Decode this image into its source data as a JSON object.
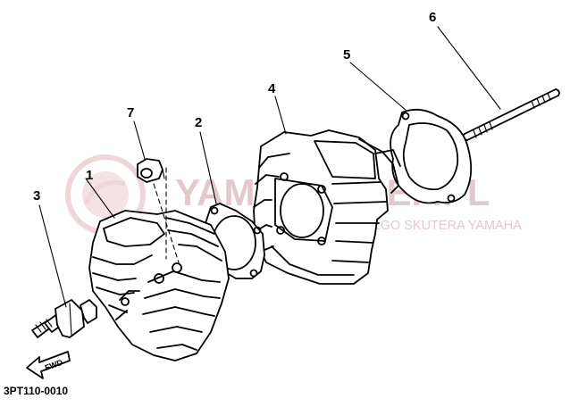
{
  "diagram_code": "3PT110-0010",
  "watermark": {
    "title": "YAMAHAKLEP.PL",
    "subtitle": "WSZYSTKO DO TWOJEGO SKUTERA YAMAHA",
    "color": "#e3c9cc"
  },
  "direction_arrow": "FWD",
  "callouts": [
    {
      "number": "1",
      "part": "cylinder-head"
    },
    {
      "number": "2",
      "part": "head-gasket"
    },
    {
      "number": "3",
      "part": "spark-plug"
    },
    {
      "number": "4",
      "part": "cylinder"
    },
    {
      "number": "5",
      "part": "base-gasket"
    },
    {
      "number": "6",
      "part": "stud-bolt"
    },
    {
      "number": "7",
      "part": "nut"
    }
  ]
}
